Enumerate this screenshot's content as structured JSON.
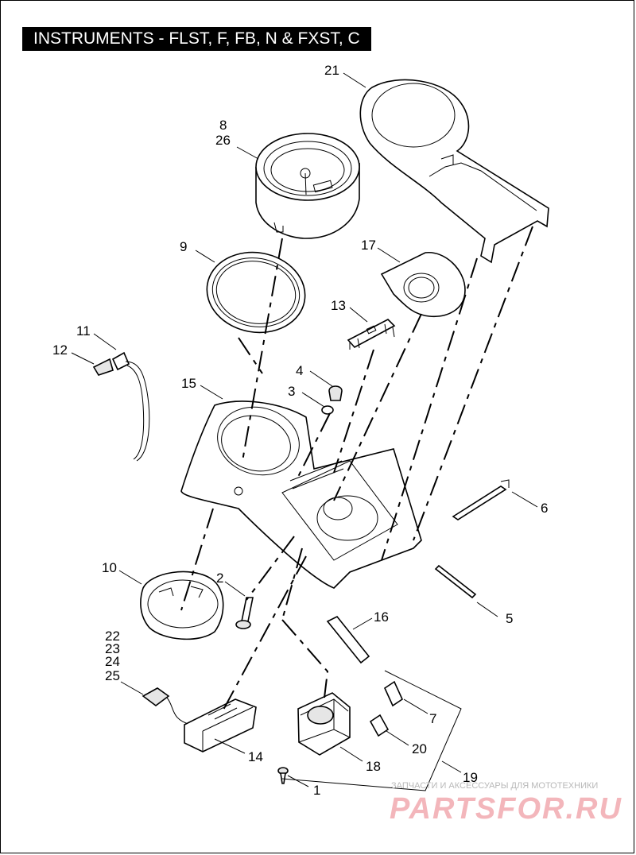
{
  "title": "INSTRUMENTS - FLST, F, FB, N & FXST, C",
  "callouts": [
    {
      "id": "c21",
      "text": "21"
    },
    {
      "id": "c8",
      "text": "8"
    },
    {
      "id": "c26",
      "text": "26"
    },
    {
      "id": "c17",
      "text": "17"
    },
    {
      "id": "c9",
      "text": "9"
    },
    {
      "id": "c13",
      "text": "13"
    },
    {
      "id": "c11",
      "text": "11"
    },
    {
      "id": "c12",
      "text": "12"
    },
    {
      "id": "c4",
      "text": "4"
    },
    {
      "id": "c3",
      "text": "3"
    },
    {
      "id": "c15",
      "text": "15"
    },
    {
      "id": "c6",
      "text": "6"
    },
    {
      "id": "c10",
      "text": "10"
    },
    {
      "id": "c2",
      "text": "2"
    },
    {
      "id": "c5",
      "text": "5"
    },
    {
      "id": "c22",
      "text": "22"
    },
    {
      "id": "c23",
      "text": "23"
    },
    {
      "id": "c24",
      "text": "24"
    },
    {
      "id": "c25",
      "text": "25"
    },
    {
      "id": "c16",
      "text": "16"
    },
    {
      "id": "c7",
      "text": "7"
    },
    {
      "id": "c20",
      "text": "20"
    },
    {
      "id": "c14",
      "text": "14"
    },
    {
      "id": "c18",
      "text": "18"
    },
    {
      "id": "c19",
      "text": "19"
    },
    {
      "id": "c1",
      "text": "1"
    }
  ],
  "watermark": {
    "tagline": "ЗАПЧАСТИ И АКСЕССУАРЫ ДЛЯ МОТОТЕХНИКИ",
    "brand": "PARTSFOR.RU"
  },
  "colors": {
    "title_bg": "#000000",
    "title_fg": "#ffffff",
    "line": "#000000",
    "part_fill": "#e6e6e6",
    "watermark": "#f3b6bb"
  }
}
